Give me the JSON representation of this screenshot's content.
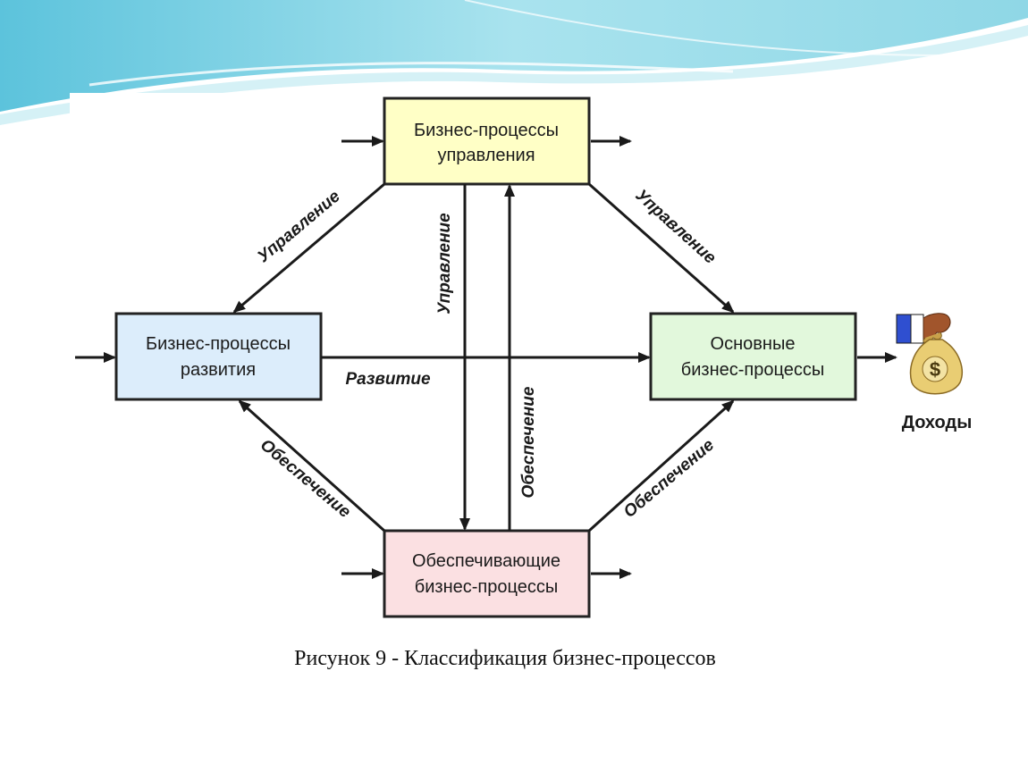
{
  "diagram": {
    "boxes": {
      "management": {
        "line1": "Бизнес-процессы",
        "line2": "управления",
        "fill": "#ffffc6"
      },
      "development": {
        "line1": "Бизнес-процессы",
        "line2": "развития",
        "fill": "#dcedfb"
      },
      "core": {
        "line1": "Основные",
        "line2": "бизнес-процессы",
        "fill": "#e2f8dc"
      },
      "support": {
        "line1": "Обеспечивающие",
        "line2": "бизнес-процессы",
        "fill": "#fbe0e2"
      }
    },
    "edge_labels": {
      "mgmt_to_dev": "Управление",
      "mgmt_to_core": "Управление",
      "mgmt_to_support": "Управление",
      "support_to_mgmt": "Обеспечение",
      "support_to_dev": "Обеспечение",
      "support_to_core": "Обеспечение",
      "dev_to_core": "Развитие"
    },
    "income": {
      "label": "Доходы",
      "symbol": "$"
    }
  },
  "caption": "Рисунок  9 - Классификация бизнес-процессов",
  "colors": {
    "border": "#222222",
    "arrow": "#1a1a1a",
    "wave": "#7fd3e4"
  }
}
